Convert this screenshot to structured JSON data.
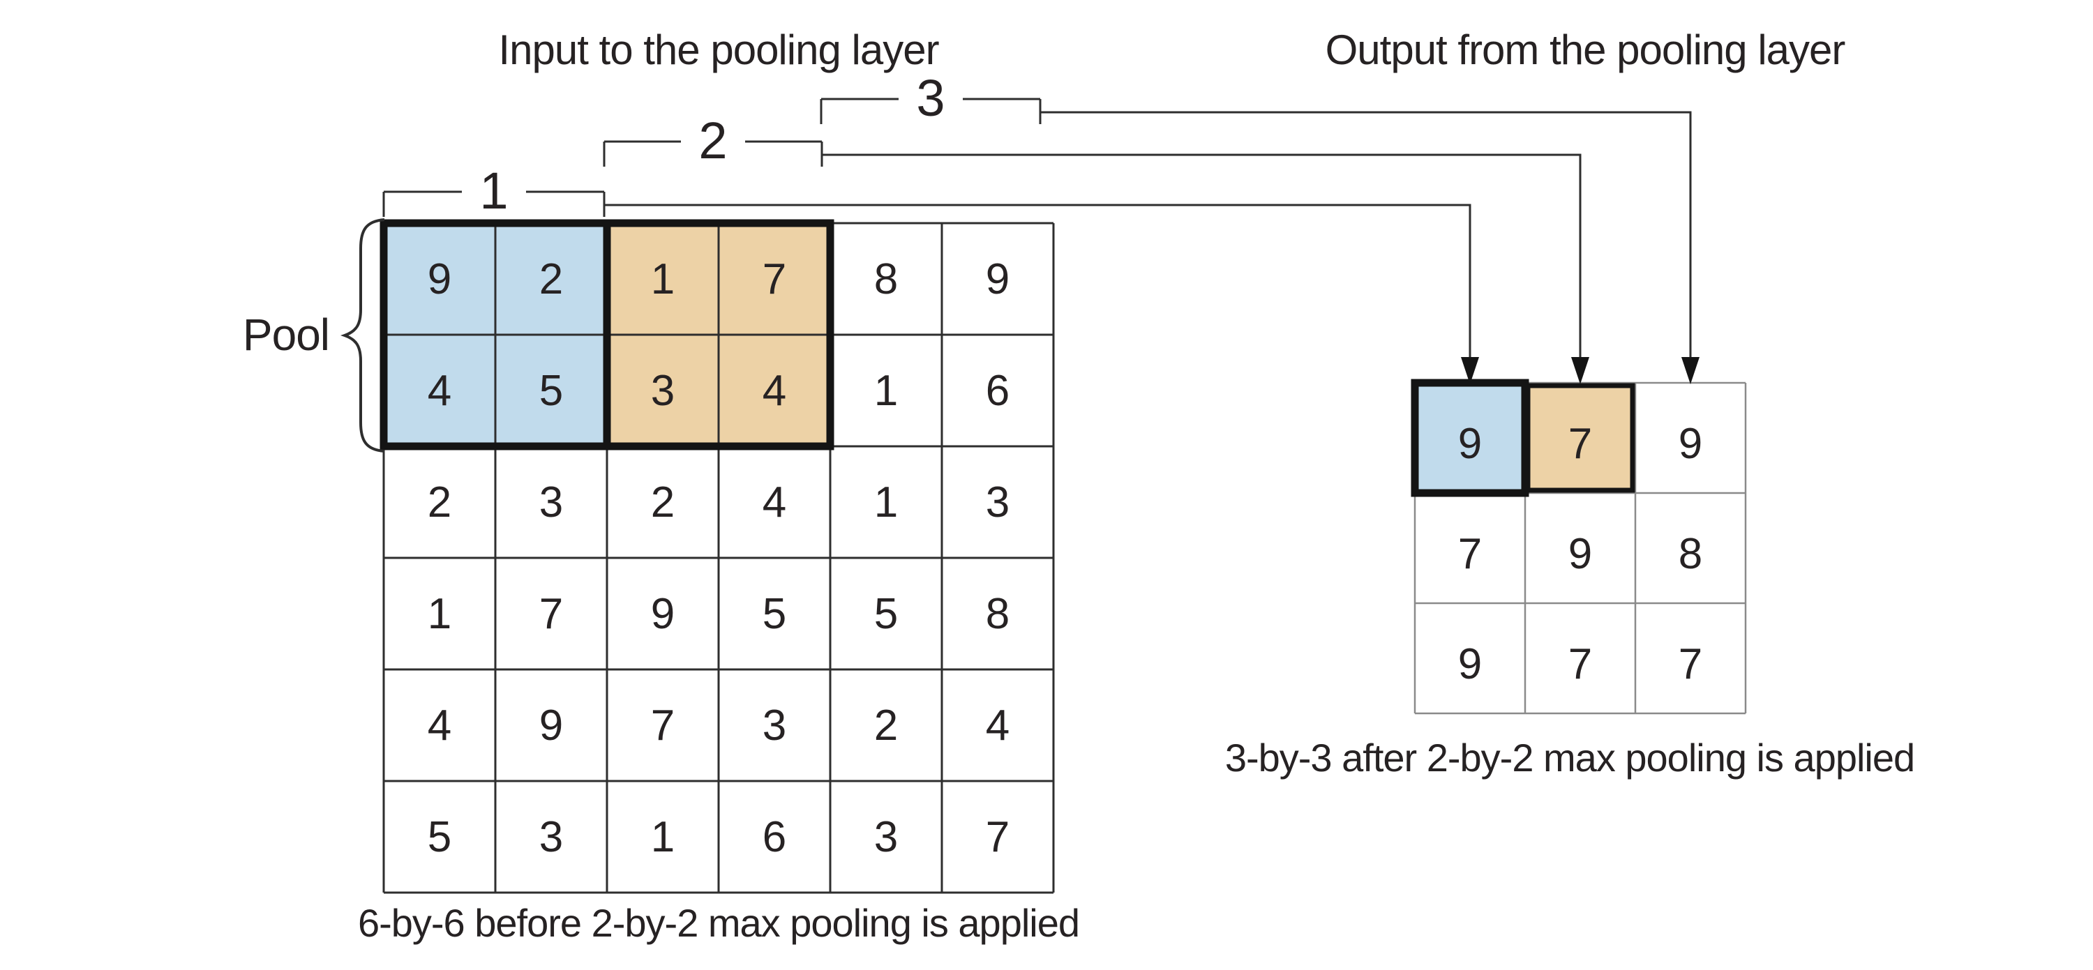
{
  "diagram": {
    "input_title": "Input to the pooling layer",
    "output_title": "Output from the pooling layer",
    "input_caption": "6-by-6 before 2-by-2 max pooling is applied",
    "output_caption": "3-by-3 after 2-by-2 max pooling is applied",
    "pool_label": "Pool",
    "input_grid": {
      "rows": 6,
      "cols": 6,
      "values": [
        [
          9,
          2,
          1,
          7,
          8,
          9
        ],
        [
          4,
          5,
          3,
          4,
          1,
          6
        ],
        [
          2,
          3,
          2,
          4,
          1,
          3
        ],
        [
          1,
          7,
          9,
          5,
          5,
          8
        ],
        [
          4,
          9,
          7,
          3,
          2,
          4
        ],
        [
          5,
          3,
          1,
          6,
          3,
          7
        ]
      ],
      "pool_regions": [
        {
          "name": "pool-window-blue",
          "rows": [
            1,
            2
          ],
          "cols": [
            1,
            2
          ],
          "color_key": "blue"
        },
        {
          "name": "pool-window-tan",
          "rows": [
            1,
            2
          ],
          "cols": [
            3,
            4
          ],
          "color_key": "tan"
        }
      ]
    },
    "output_grid": {
      "rows": 3,
      "cols": 3,
      "values": [
        [
          9,
          7,
          9
        ],
        [
          7,
          9,
          8
        ],
        [
          9,
          7,
          7
        ]
      ],
      "highlight_cells": [
        {
          "row": 1,
          "col": 1,
          "color_key": "blue"
        },
        {
          "row": 1,
          "col": 2,
          "color_key": "tan"
        }
      ]
    },
    "pool_windows": [
      {
        "label": "1",
        "input_cols": [
          1,
          2
        ],
        "output_col": 1
      },
      {
        "label": "2",
        "input_cols": [
          3,
          4
        ],
        "output_col": 2
      },
      {
        "label": "3",
        "input_cols": [
          5,
          6
        ],
        "output_col": 3
      }
    ],
    "colors": {
      "blue": "#c1dbec",
      "tan": "#edd2a6",
      "text": "#262223",
      "line_dark": "#2e2e2e",
      "line_gray": "#8a8a8a",
      "thick_border": "#141414",
      "background": "#ffffff"
    }
  }
}
